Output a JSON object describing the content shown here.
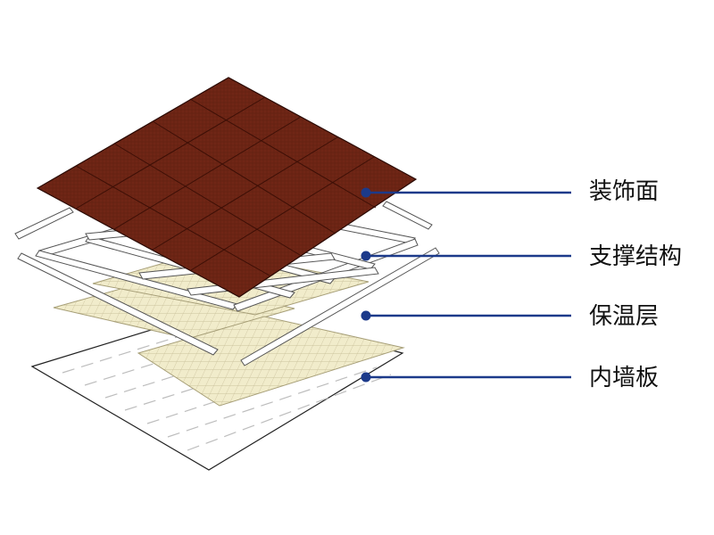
{
  "diagram": {
    "layers": [
      {
        "label": "装饰面",
        "fill": "#6b2414"
      },
      {
        "label": "支撑结构",
        "fill": "#ffffff"
      },
      {
        "label": "保温层",
        "fill": "#f1eccb"
      },
      {
        "label": "内墙板",
        "fill": "#ffffff"
      }
    ],
    "leader_color": "#1c3a8a",
    "outline_color": "#222222"
  }
}
